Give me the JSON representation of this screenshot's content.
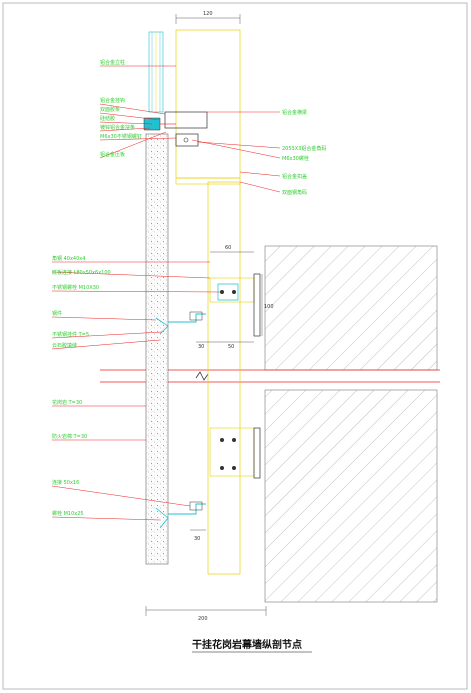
{
  "drawing": {
    "title": "干挂花岗岩幕墙纵剖节点",
    "dims": {
      "top_width": "120",
      "bottom_width": "200",
      "embed_width": "60",
      "plate_offset": "30",
      "plate_width": "50",
      "plate_height": "100",
      "bracket_gap": "30",
      "bracket_gap_lower": "30"
    },
    "labels_left_upper": [
      "铝合金立柱",
      "铝合金挂钩",
      "双面胶条",
      "硅结胶",
      "镀锌铝合金块条",
      "M6x30不锈钢螺钉",
      "铝合金压板"
    ],
    "labels_right_upper": [
      "铝合金横梁",
      "2053X3铝合金角码",
      "M6x30螺栓",
      "铝合金扣盖",
      "双面钢角码"
    ],
    "labels_left_mid": [
      "角钢 40x40x4",
      "底板连接 L80x50x6x100",
      "不锈钢螺栓 M10X30",
      "钢件",
      "不锈钢挂件 T=5",
      "云石胶填缝"
    ],
    "labels_left_lower": [
      "花岗岩 T=30",
      "防火岩棉 T=30",
      "连接 50x16",
      "螺栓 M10x25"
    ]
  },
  "colors": {
    "frame": "#bbbbbb",
    "yellow": "#e8d200",
    "green": "#33cc33",
    "red": "#ee2222",
    "cyan": "#22c0d0",
    "dark": "#333333"
  }
}
